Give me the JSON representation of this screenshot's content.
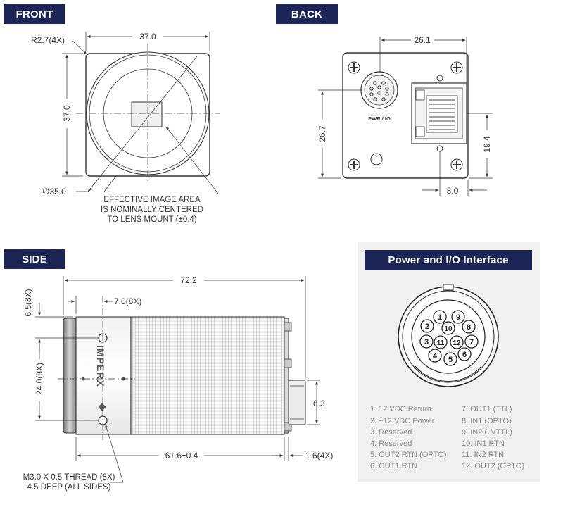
{
  "sections": {
    "front": "FRONT",
    "back": "BACK",
    "side": "SIDE",
    "power": "Power and I/O Interface"
  },
  "front": {
    "width_dim": "37.0",
    "height_dim": "37.0",
    "radius": "R2.7(4X)",
    "diameter": "∅35.0",
    "note": [
      "EFFECTIVE IMAGE AREA",
      "IS NOMINALLY CENTERED",
      "TO LENS MOUNT (±0.4)"
    ]
  },
  "back": {
    "width_dim": "26.1",
    "height_dim": "26.7",
    "right_dim": "19.4",
    "bottom_dim": "8.0",
    "connector_label": "PWR / IO"
  },
  "side": {
    "length_dim": "72.2",
    "hole_spacing": "7.0(8X)",
    "top_offset": "6.5(8X)",
    "height_dim": "24.0(8X)",
    "connector_dim": "6.3",
    "body_dim": "61.6±0.4",
    "flange_dim": "1.6(4X)",
    "brand": "IMPERX",
    "thread_note": [
      "M3.0 X 0.5 THREAD (8X)",
      "4.5 DEEP (ALL SIDES)"
    ]
  },
  "connector": {
    "pin_numbers": [
      "1",
      "2",
      "3",
      "4",
      "5",
      "6",
      "7",
      "8",
      "9",
      "10",
      "11",
      "12"
    ]
  },
  "pinout_left": [
    "1.  12 VDC Return",
    "2.  +12 VDC Power",
    "3.  Reserved",
    "4.  Reserved",
    "5.  OUT2 RTN (OPTO)",
    "6.  OUT1 RTN"
  ],
  "pinout_right": [
    "7.  OUT1 (TTL)",
    "8.  IN1 (OPTO)",
    "9.  IN2 (LVTTL)",
    "10. IN1 RTN",
    "11. IN2 RTN",
    "12. OUT2 (OPTO)"
  ],
  "colors": {
    "tab_bg": "#1c2656",
    "panel_bg": "#f0f0f0",
    "line": "#333333"
  }
}
